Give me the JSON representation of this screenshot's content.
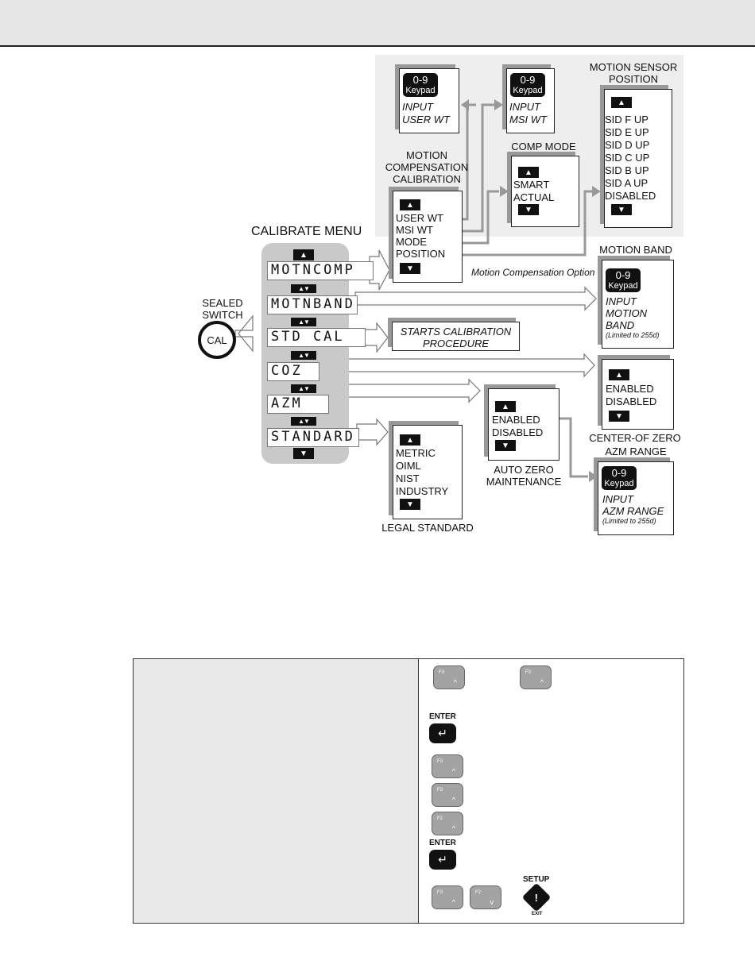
{
  "diagram": {
    "calibrate_menu_title": "CALIBRATE MENU",
    "sealed_switch": [
      "SEALED",
      "SWITCH"
    ],
    "cal_label": "CAL",
    "menu_items": [
      "MOTNCOMP",
      "MOTNBAND",
      "STD CAL",
      "COZ",
      "AZM",
      "STANDARD"
    ],
    "motion_comp_title": [
      "MOTION",
      "COMPENSATION",
      "CALIBRATION"
    ],
    "motion_comp_items": [
      "USER WT",
      "MSI WT",
      "MODE",
      "POSITION"
    ],
    "keypad_top": "0-9",
    "keypad_bottom": "Keypad",
    "input_user_wt": [
      "INPUT",
      "USER WT"
    ],
    "input_msi_wt": [
      "INPUT",
      "MSI WT"
    ],
    "comp_mode_title": "COMP MODE",
    "comp_mode_items": [
      "SMART",
      "ACTUAL"
    ],
    "motion_sensor_title": [
      "MOTION SENSOR",
      "POSITION"
    ],
    "motion_sensor_items": [
      "SID F UP",
      "SID E UP",
      "SID D UP",
      "SID C UP",
      "SID B UP",
      "SID A UP",
      "DISABLED"
    ],
    "motion_comp_option": "Motion Compensation Option",
    "motion_band_title": "MOTION BAND",
    "motion_band_input": [
      "INPUT",
      "MOTION",
      "BAND"
    ],
    "limited": "(Limited to 255d)",
    "starts_calibration": [
      "STARTS CALIBRATION",
      "PROCEDURE"
    ],
    "coz_items": [
      "ENABLED",
      "DISABLED"
    ],
    "center_of_zero": "CENTER-OF ZERO",
    "azm_range_title": "AZM RANGE",
    "azm_range_input": [
      "INPUT",
      "AZM RANGE"
    ],
    "azm_items": [
      "ENABLED",
      "DISABLED"
    ],
    "auto_zero": [
      "AUTO ZERO",
      "MAINTENANCE"
    ],
    "legal_items": [
      "METRIC",
      "OIML",
      "NIST",
      "INDUSTRY"
    ],
    "legal_standard": "LEGAL STANDARD"
  },
  "keys": {
    "f3": "F3",
    "f2": "F2",
    "enter": "ENTER",
    "setup": "SETUP",
    "exit": "EXIT"
  },
  "colors": {
    "header": "#e6e6e6",
    "menu_panel": "#c9c9c9",
    "submenu_panel": "#eeeeee",
    "table_left": "#e8e8e8",
    "connector": "#999999"
  }
}
